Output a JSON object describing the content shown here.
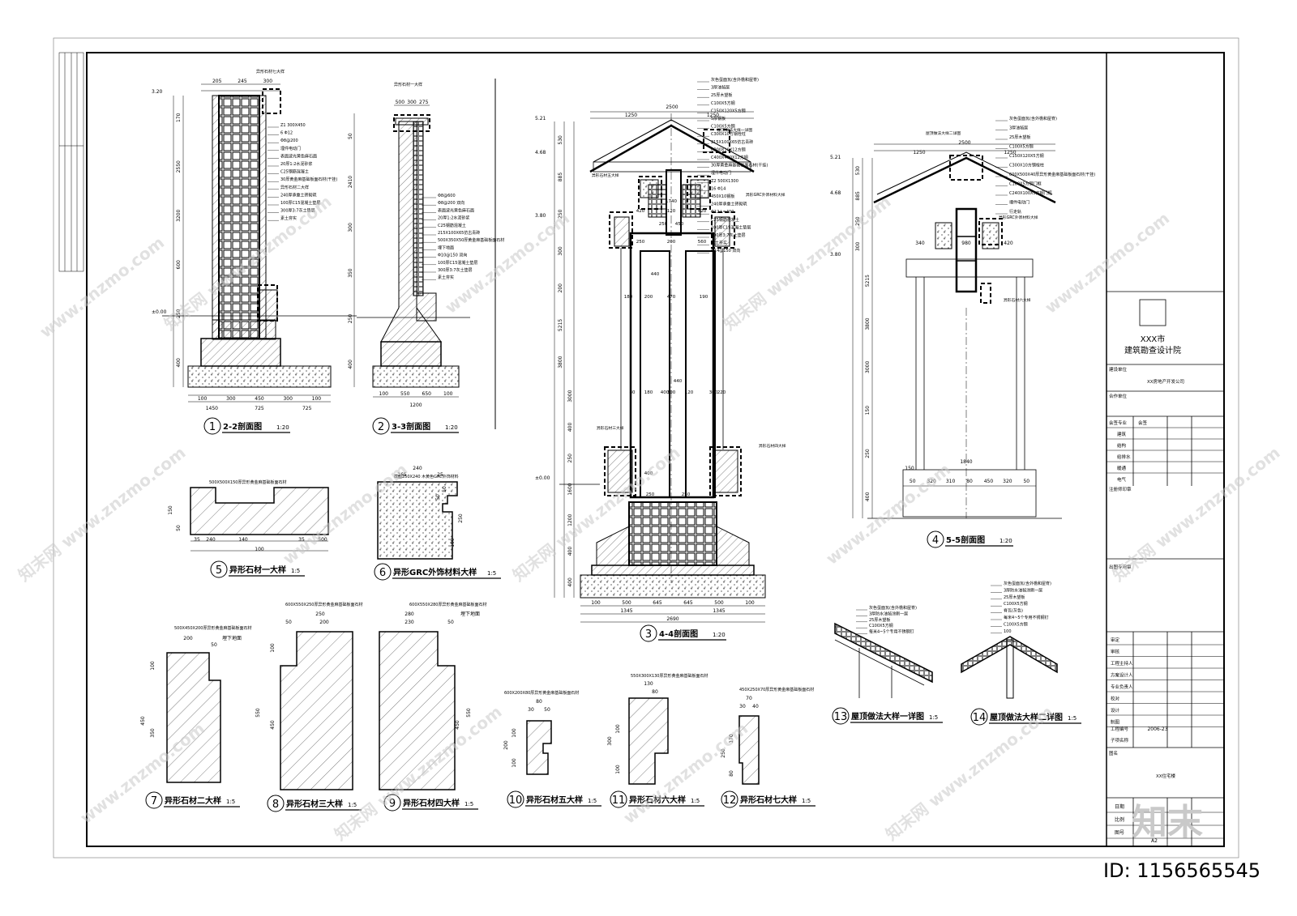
{
  "sheet": {
    "institute": "XXX市\n建筑勘查设计院",
    "institute_line1": "XXX市",
    "institute_line2": "建筑勘查设计院",
    "client_label": "建设单位",
    "client": "XX房地产开发公司",
    "partner_label": "合作单位",
    "signoff_header": [
      "会签专业",
      "会签"
    ],
    "disciplines": [
      "建筑",
      "结构",
      "给排水",
      "暖通",
      "电气"
    ],
    "registered_seal_label": "注册师印章",
    "drawing_seal_label": "出图专用章",
    "roles": [
      "审定",
      "审核",
      "工程主持人",
      "方案设计人",
      "专业负责人",
      "校对",
      "设计",
      "制图"
    ],
    "project_no_label": "工程编号",
    "project_no": "2006-23",
    "sub_item_label": "子项名称",
    "drawing_name_label": "图名",
    "drawing_name": "XX住宅楼",
    "bottom_labels": [
      "日期",
      "比例",
      "图号"
    ],
    "sheet_size": "A2"
  },
  "watermark": {
    "site": "www.znzmo.com",
    "brand": "知末网",
    "logo": "知末",
    "id": "ID: 1156565545"
  },
  "views": [
    {
      "num": "1",
      "title": "2-2剖面图",
      "scale": "1:20"
    },
    {
      "num": "2",
      "title": "3-3剖面图",
      "scale": "1:20"
    },
    {
      "num": "3",
      "title": "4-4剖面图",
      "scale": "1:20"
    },
    {
      "num": "4",
      "title": "5-5剖面图",
      "scale": "1:20"
    },
    {
      "num": "5",
      "title": "异形石材一大样",
      "scale": "1:5"
    },
    {
      "num": "6",
      "title": "异形GRC外饰材料大样",
      "scale": "1:5"
    },
    {
      "num": "7",
      "title": "异形石材二大样",
      "scale": "1:5"
    },
    {
      "num": "8",
      "title": "异形石材三大样",
      "scale": "1:5"
    },
    {
      "num": "9",
      "title": "异形石材四大样",
      "scale": "1:5"
    },
    {
      "num": "10",
      "title": "异形石材五大样",
      "scale": "1:5"
    },
    {
      "num": "11",
      "title": "异形石材六大样",
      "scale": "1:5"
    },
    {
      "num": "12",
      "title": "异形石材七大样",
      "scale": "1:5"
    },
    {
      "num": "13",
      "title": "屋顶做法大样一详图",
      "scale": "1:5"
    },
    {
      "num": "14",
      "title": "屋顶做法大样二详图",
      "scale": "1:5"
    }
  ],
  "notes": {
    "s1": {
      "elev": [
        "3.20",
        "±0.00"
      ],
      "dims_top": [
        "205",
        "245",
        "300"
      ],
      "dims_bottom": [
        "100",
        "300",
        "450",
        "300",
        "100",
        "1450",
        "725",
        "725"
      ],
      "dims_left": [
        "170",
        "2550",
        "3200",
        "600",
        "250",
        "400"
      ],
      "callout_top": "异形石材七大样",
      "tags": [
        "Z1 300X450",
        "6 Φ12",
        "Φ8@200",
        "埋件电动门",
        "表面波光黄色麻石面",
        "20厚1:2水泥砂浆",
        "C25钢筋混凝土",
        "30厚黄金麻基础板面石材(干挂)",
        "异形石材二大样",
        "240厚承重土砖砌筑",
        "100厚C15混凝土垫层",
        "300厚3:7灰土垫层",
        "素土夯实"
      ]
    },
    "s2": {
      "dims_top": [
        "500",
        "300",
        "275"
      ],
      "dims_bottom": [
        "100",
        "550",
        "650",
        "100",
        "1200"
      ],
      "dims_left": [
        "50",
        "2410",
        "300",
        "350",
        "250",
        "400"
      ],
      "callout_top": "异形石材一大样",
      "tags": [
        "Φ8@600",
        "Φ8@200 双向",
        "表面波光黄色麻石面",
        "20厚1:2水泥砂浆",
        "C25钢筋混凝土",
        "215X100X65仿古青砖",
        "500X350X50厚黄金麻基础板面石材",
        "埋下地面",
        "Φ10@150 双向",
        "100厚C15混凝土垫层",
        "300厚3:7灰土垫层",
        "素土夯实"
      ]
    },
    "s3": {
      "elev": [
        "5.21",
        "4.68",
        "3.80",
        "±0.00"
      ],
      "dims_top": [
        "2500",
        "1250",
        "1250"
      ],
      "dims_bottom": [
        "100",
        "500",
        "645",
        "645",
        "500",
        "100",
        "1345",
        "1345",
        "2690"
      ],
      "dims_left": [
        "530",
        "885",
        "250",
        "300",
        "200",
        "5215",
        "3800",
        "3000",
        "400",
        "250",
        "1600",
        "1200",
        "400",
        "400"
      ],
      "dims_mid": [
        "1740",
        "420",
        "120",
        "420",
        "250",
        "450",
        "250",
        "200",
        "560",
        "440",
        "470",
        "190",
        "180",
        "440",
        "200",
        "300",
        "120",
        "300",
        "400",
        "180",
        "80",
        "220",
        "400",
        "250",
        "250"
      ],
      "callouts": [
        "异形石材五大样",
        "异形GRC外饰材料大样",
        "异形石材三大样",
        "异形石材四大样",
        "屋顶做法大样一详图"
      ],
      "tags": [
        "灰色蛋面瓦(含外檐和屋脊)",
        "3厚油毡层",
        "25厚木望板",
        "C100X5方钢",
        "C150X120X5方钢",
        "5厚钢板",
        "C100X5方钢",
        "C300X10方钢栓柱",
        "215X100X65仿古青砖",
        "C300X10X12方钢",
        "C400X400X12方钢",
        "30厚黄金麻基础板面石材(干挂)",
        "埋件电动门",
        "Z2 500X1300",
        "16 Φ14",
        "450X10钢板",
        "240厚承重土砖砌筑",
        "Φ12 L=400",
        "C25钢筋混凝土",
        "100厚C15混凝土垫层",
        "300厚3:7灰土垫层",
        "素土夯实",
        "Φ14@150 双向"
      ]
    },
    "s4": {
      "elev": [
        "5.21",
        "4.68",
        "3.80"
      ],
      "dims_top": [
        "2500",
        "1250",
        "1250"
      ],
      "dims_bottom": [
        "50",
        "320",
        "310",
        "80",
        "450",
        "320",
        "50"
      ],
      "dims_left": [
        "530",
        "885",
        "250",
        "300",
        "5215",
        "3800",
        "3000",
        "150",
        "250",
        "400"
      ],
      "dims_mid": [
        "340",
        "980",
        "420",
        "1840",
        "150"
      ],
      "callouts": [
        "屋顶做法大样二详图",
        "异形GRC外饰材料大样",
        "异形石材六大样"
      ],
      "tags": [
        "灰色蛋面瓦(含外檐和屋脊)",
        "3厚油毡层",
        "25厚木望板",
        "C100X5方钢",
        "C150X120X5方钢",
        "C300X10方钢栓柱",
        "600X500X40厚异形黄金麻基础板面石材(干挂)",
        "C100X5方钢门框",
        "C240X100X5方钢门框",
        "埋件电动门",
        "行走轨"
      ]
    },
    "d5": {
      "spec": "500X500X150厚异形黄金麻基础板面石材",
      "dims": [
        "150",
        "50",
        "35",
        "240",
        "140",
        "35",
        "500",
        "100"
      ]
    },
    "d6": {
      "spec": "截面250X240 木黄色GRC外饰材料",
      "dims": [
        "240",
        "165",
        "25",
        "50",
        "250",
        "100",
        "50"
      ]
    },
    "d7": {
      "spec": "500X450X200厚异形黄金麻基础板面石材",
      "dims": [
        "200",
        "50",
        "100",
        "450",
        "350",
        "埋下地面"
      ]
    },
    "d8": {
      "spec": "600X550X250厚异形黄金麻基础板面石材",
      "dims": [
        "250",
        "50",
        "200",
        "100",
        "550",
        "450"
      ]
    },
    "d9": {
      "spec": "600X550X280厚异形黄金麻基础板面石材",
      "dims": [
        "280",
        "230",
        "50",
        "550",
        "450",
        "埋下地面"
      ]
    },
    "d10": {
      "spec": "600X200X80厚异形黄金麻基础板面石材",
      "dims": [
        "80",
        "30",
        "50",
        "100",
        "200",
        "100"
      ]
    },
    "d11": {
      "spec": "550X300X130厚异形黄金麻基础板面石材",
      "dims": [
        "130",
        "80",
        "100",
        "300",
        "100"
      ]
    },
    "d12": {
      "spec": "450X250X70厚异形黄金麻基础板面石材",
      "dims": [
        "70",
        "30",
        "40",
        "170",
        "250",
        "80"
      ]
    },
    "d13": {
      "tags": [
        "灰色蛋面瓦(含外檐和屋脊)",
        "3厚防水油毡涂刷一层",
        "25厚木望板",
        "C100X5方钢",
        "每米4~5个专用不锈钢钉"
      ]
    },
    "d14": {
      "tags": [
        "灰色蛋面瓦(含外檐和屋脊)",
        "3厚防水油毡涂刷一层",
        "25厚木望板",
        "C100X5方钢",
        "脊瓦(灰色)",
        "每米4~5个专用不锈钢钉",
        "C100X5方钢",
        "100"
      ]
    }
  }
}
